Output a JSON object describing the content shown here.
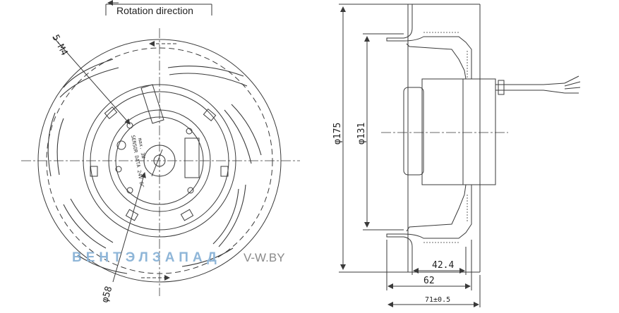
{
  "front_view": {
    "rotation_label": "Rotation direction",
    "holes_label": "5-M4",
    "bore_label": "φ58",
    "motor_text_line1": "SENSOR DATA 24V DC",
    "motor_text_line2": "max. 3W"
  },
  "side_view": {
    "dia_outer": "φ175",
    "dia_inner": "φ131",
    "dim_depth_1": "42.4",
    "dim_depth_2": "62",
    "dim_depth_3": "71±0.5"
  },
  "watermark": {
    "brand": "ВЕНТЭЛЗАПАД",
    "site": "V-W.BY",
    "color_brand": "#8fb6d8",
    "color_site": "#8a8a8a"
  },
  "colors": {
    "line": "#3a3a3a",
    "background": "#ffffff"
  }
}
